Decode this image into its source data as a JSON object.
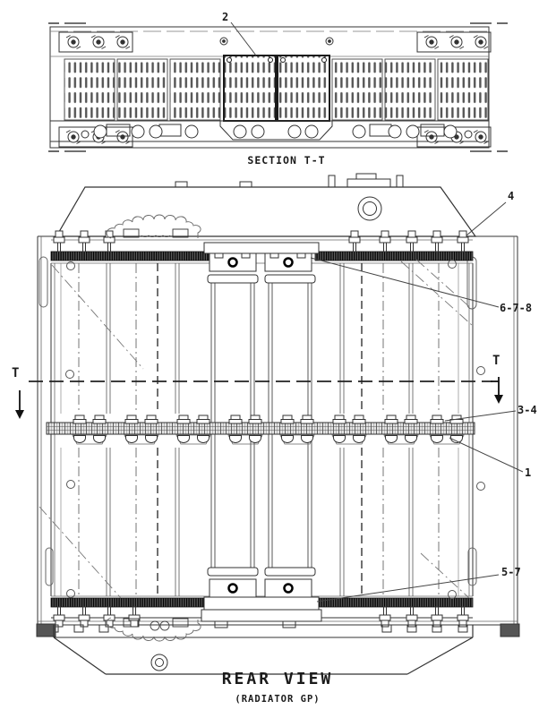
{
  "labels": {
    "section_title": "SECTION T-T",
    "rear_view_title": "REAR VIEW",
    "rear_view_subtitle": "(RADIATOR GP)",
    "section_marker_left": "T",
    "section_marker_right": "T"
  },
  "callouts": {
    "c2": "2",
    "c4": "4",
    "c678": "6-7-8",
    "c34": "3-4",
    "c1": "1",
    "c57": "5-7"
  },
  "colors": {
    "background": "#ffffff",
    "line_art": "#333333",
    "core_band": "#2f2f2f",
    "label_text": "#1b1b1b"
  }
}
